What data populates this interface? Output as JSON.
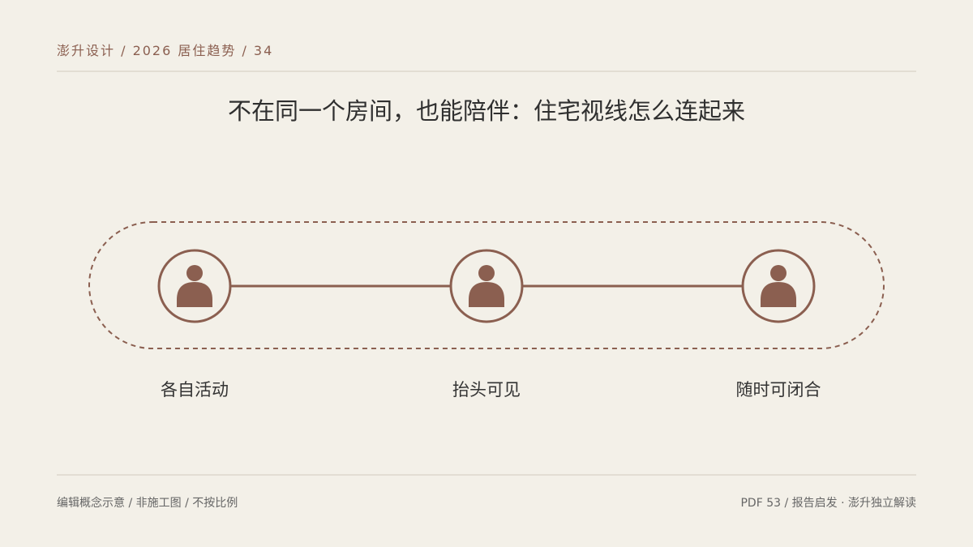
{
  "header": {
    "breadcrumb": "澎升设计 / 2026 居住趋势 / 34"
  },
  "title": "不在同一个房间，也能陪伴：住宅视线怎么连起来",
  "diagram": {
    "nodes": [
      {
        "label": "各自活动",
        "icon": "person-icon"
      },
      {
        "label": "抬头可见",
        "icon": "person-icon"
      },
      {
        "label": "随时可闭合",
        "icon": "person-icon"
      }
    ],
    "colors": {
      "accent": "#8b5f50",
      "background": "#f3f0e8",
      "rule": "#e2ddd3"
    }
  },
  "footer": {
    "left": "编辑概念示意 / 非施工图 / 不按比例",
    "right": "PDF 53 / 报告启发 · 澎升独立解读"
  }
}
